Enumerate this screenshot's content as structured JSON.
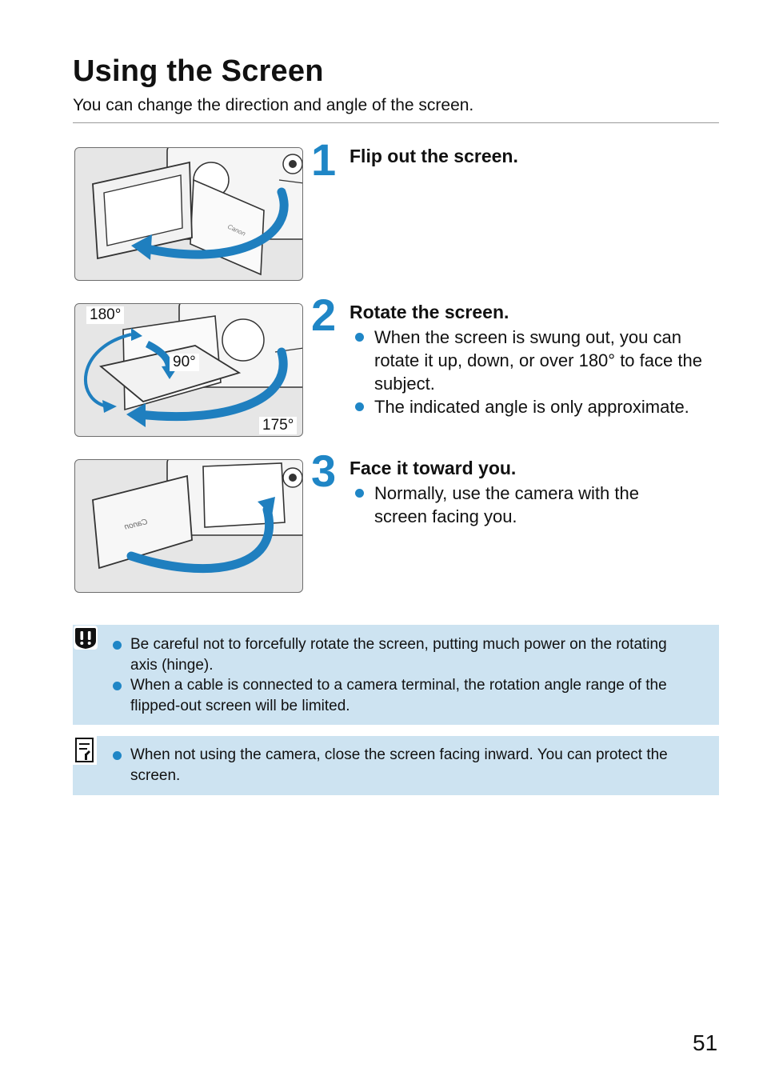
{
  "title": "Using the Screen",
  "subtitle": "You can change the direction and angle of the screen.",
  "steps": [
    {
      "number": "1",
      "heading": "Flip out the screen.",
      "bullets": []
    },
    {
      "number": "2",
      "heading": "Rotate the screen.",
      "bullets": [
        "When the screen is swung out, you can rotate it up, down, or over 180° to face the subject.",
        "The indicated angle is only approximate."
      ]
    },
    {
      "number": "3",
      "heading": "Face it toward you.",
      "bullets": [
        "Normally, use the camera with the screen facing you."
      ]
    }
  ],
  "illustration_labels": {
    "deg180": "180°",
    "deg90": "90°",
    "deg175": "175°",
    "brand": "Canon"
  },
  "caution": {
    "icon": "caution-icon",
    "items": [
      "Be careful not to forcefully rotate the screen, putting much power on the rotating axis (hinge).",
      "When a cable is connected to a camera terminal, the rotation angle range of the flipped-out screen will be limited."
    ]
  },
  "note": {
    "icon": "memo-icon",
    "items": [
      "When not using the camera, close the screen facing inward. You can protect the screen."
    ]
  },
  "page_number": "51",
  "colors": {
    "accent": "#1f86c6",
    "note_bg": "#cde3f1",
    "arrow": "#1f7fbf"
  }
}
